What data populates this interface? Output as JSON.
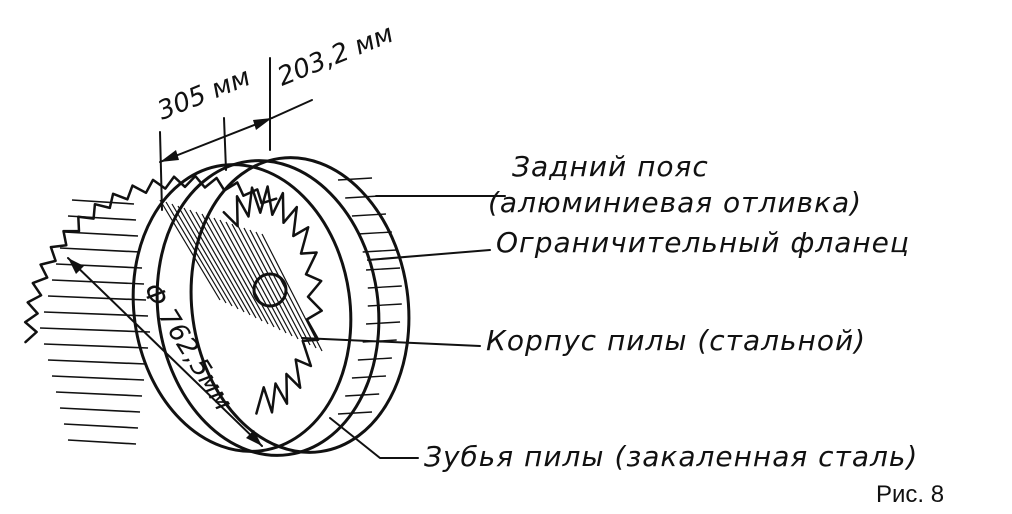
{
  "diagram": {
    "dimensions": {
      "width_305": "305 мм",
      "width_203": "203,2 мм",
      "diameter": "Ф 762,5мм"
    },
    "labels": {
      "rear_belt_line1": "Задний пояс",
      "rear_belt_line2": "(алюминиевая отливка)",
      "flange": "Ограничительный фланец",
      "saw_body": "Корпус пилы (стальной)",
      "saw_teeth": "Зубья пилы (закаленная сталь)"
    },
    "figure_caption": "Рис. 8"
  }
}
